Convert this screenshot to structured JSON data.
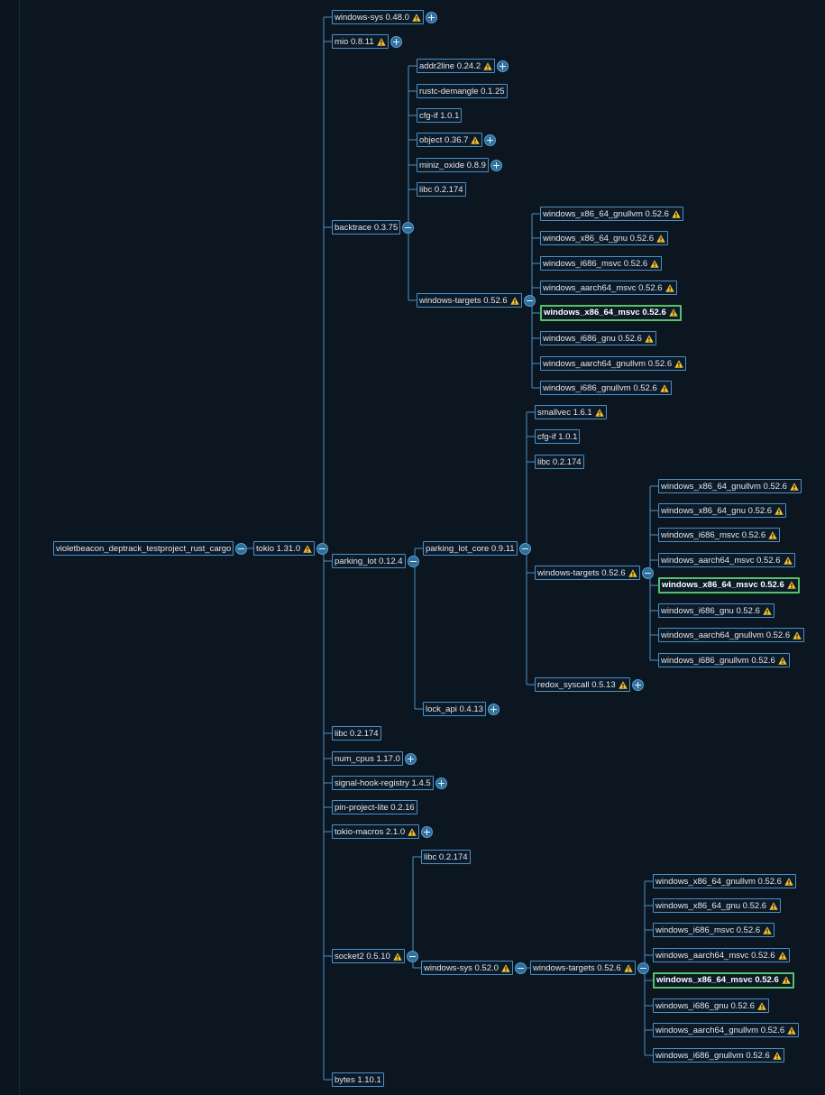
{
  "colors": {
    "background": "#0c1621",
    "edge": "#4a90c8",
    "node_border": "#4a90c8",
    "highlight_border": "#55c26a",
    "warning": "#f2c12e",
    "toggle": "#2f6f9c"
  },
  "icons": {
    "warning": "warning-icon",
    "expand": "plus-icon",
    "collapse": "minus-icon"
  },
  "tree": {
    "label": "violetbeacon_deptrack_testproject_rust_cargo",
    "toggle": "collapse",
    "children": [
      {
        "label": "tokio 1.31.0",
        "warn": true,
        "toggle": "collapse",
        "children": [
          {
            "label": "windows-sys 0.48.0",
            "warn": true,
            "toggle": "expand"
          },
          {
            "label": "mio 0.8.11",
            "warn": true,
            "toggle": "expand"
          },
          {
            "label": "backtrace 0.3.75",
            "toggle": "collapse",
            "children": [
              {
                "label": "addr2line 0.24.2",
                "warn": true,
                "toggle": "expand"
              },
              {
                "label": "rustc-demangle 0.1.25"
              },
              {
                "label": "cfg-if 1.0.1"
              },
              {
                "label": "object 0.36.7",
                "warn": true,
                "toggle": "expand"
              },
              {
                "label": "miniz_oxide 0.8.9",
                "toggle": "expand"
              },
              {
                "label": "libc 0.2.174"
              },
              {
                "label": "windows-targets 0.52.6",
                "warn": true,
                "toggle": "collapse",
                "children": [
                  {
                    "label": "windows_x86_64_gnullvm 0.52.6",
                    "warn": true
                  },
                  {
                    "label": "windows_x86_64_gnu 0.52.6",
                    "warn": true
                  },
                  {
                    "label": "windows_i686_msvc 0.52.6",
                    "warn": true
                  },
                  {
                    "label": "windows_aarch64_msvc 0.52.6",
                    "warn": true
                  },
                  {
                    "label": "windows_x86_64_msvc 0.52.6",
                    "warn": true,
                    "highlight": true
                  },
                  {
                    "label": "windows_i686_gnu 0.52.6",
                    "warn": true
                  },
                  {
                    "label": "windows_aarch64_gnullvm 0.52.6",
                    "warn": true
                  },
                  {
                    "label": "windows_i686_gnullvm 0.52.6",
                    "warn": true
                  }
                ]
              }
            ]
          },
          {
            "label": "parking_lot 0.12.4",
            "toggle": "collapse",
            "children": [
              {
                "label": "parking_lot_core 0.9.11",
                "toggle": "collapse",
                "children": [
                  {
                    "label": "smallvec 1.6.1",
                    "warn": true
                  },
                  {
                    "label": "cfg-if 1.0.1"
                  },
                  {
                    "label": "libc 0.2.174"
                  },
                  {
                    "label": "windows-targets 0.52.6",
                    "warn": true,
                    "toggle": "collapse",
                    "children": [
                      {
                        "label": "windows_x86_64_gnullvm 0.52.6",
                        "warn": true
                      },
                      {
                        "label": "windows_x86_64_gnu 0.52.6",
                        "warn": true
                      },
                      {
                        "label": "windows_i686_msvc 0.52.6",
                        "warn": true
                      },
                      {
                        "label": "windows_aarch64_msvc 0.52.6",
                        "warn": true
                      },
                      {
                        "label": "windows_x86_64_msvc 0.52.6",
                        "warn": true,
                        "highlight": true
                      },
                      {
                        "label": "windows_i686_gnu 0.52.6",
                        "warn": true
                      },
                      {
                        "label": "windows_aarch64_gnullvm 0.52.6",
                        "warn": true
                      },
                      {
                        "label": "windows_i686_gnullvm 0.52.6",
                        "warn": true
                      }
                    ]
                  },
                  {
                    "label": "redox_syscall 0.5.13",
                    "warn": true,
                    "toggle": "expand"
                  }
                ]
              },
              {
                "label": "lock_api 0.4.13",
                "toggle": "expand"
              }
            ]
          },
          {
            "label": "libc 0.2.174"
          },
          {
            "label": "num_cpus 1.17.0",
            "toggle": "expand"
          },
          {
            "label": "signal-hook-registry 1.4.5",
            "toggle": "expand"
          },
          {
            "label": "pin-project-lite 0.2.16"
          },
          {
            "label": "tokio-macros 2.1.0",
            "warn": true,
            "toggle": "expand"
          },
          {
            "label": "socket2 0.5.10",
            "warn": true,
            "toggle": "collapse",
            "children": [
              {
                "label": "libc 0.2.174"
              },
              {
                "label": "windows-sys 0.52.0",
                "warn": true,
                "toggle": "collapse",
                "children": [
                  {
                    "label": "windows-targets 0.52.6",
                    "warn": true,
                    "toggle": "collapse",
                    "children": [
                      {
                        "label": "windows_x86_64_gnullvm 0.52.6",
                        "warn": true
                      },
                      {
                        "label": "windows_x86_64_gnu 0.52.6",
                        "warn": true
                      },
                      {
                        "label": "windows_i686_msvc 0.52.6",
                        "warn": true
                      },
                      {
                        "label": "windows_aarch64_msvc 0.52.6",
                        "warn": true
                      },
                      {
                        "label": "windows_x86_64_msvc 0.52.6",
                        "warn": true,
                        "highlight": true
                      },
                      {
                        "label": "windows_i686_gnu 0.52.6",
                        "warn": true
                      },
                      {
                        "label": "windows_aarch64_gnullvm 0.52.6",
                        "warn": true
                      },
                      {
                        "label": "windows_i686_gnullvm 0.52.6",
                        "warn": true
                      }
                    ]
                  }
                ]
              }
            ]
          },
          {
            "label": "bytes 1.10.1"
          }
        ]
      }
    ]
  }
}
